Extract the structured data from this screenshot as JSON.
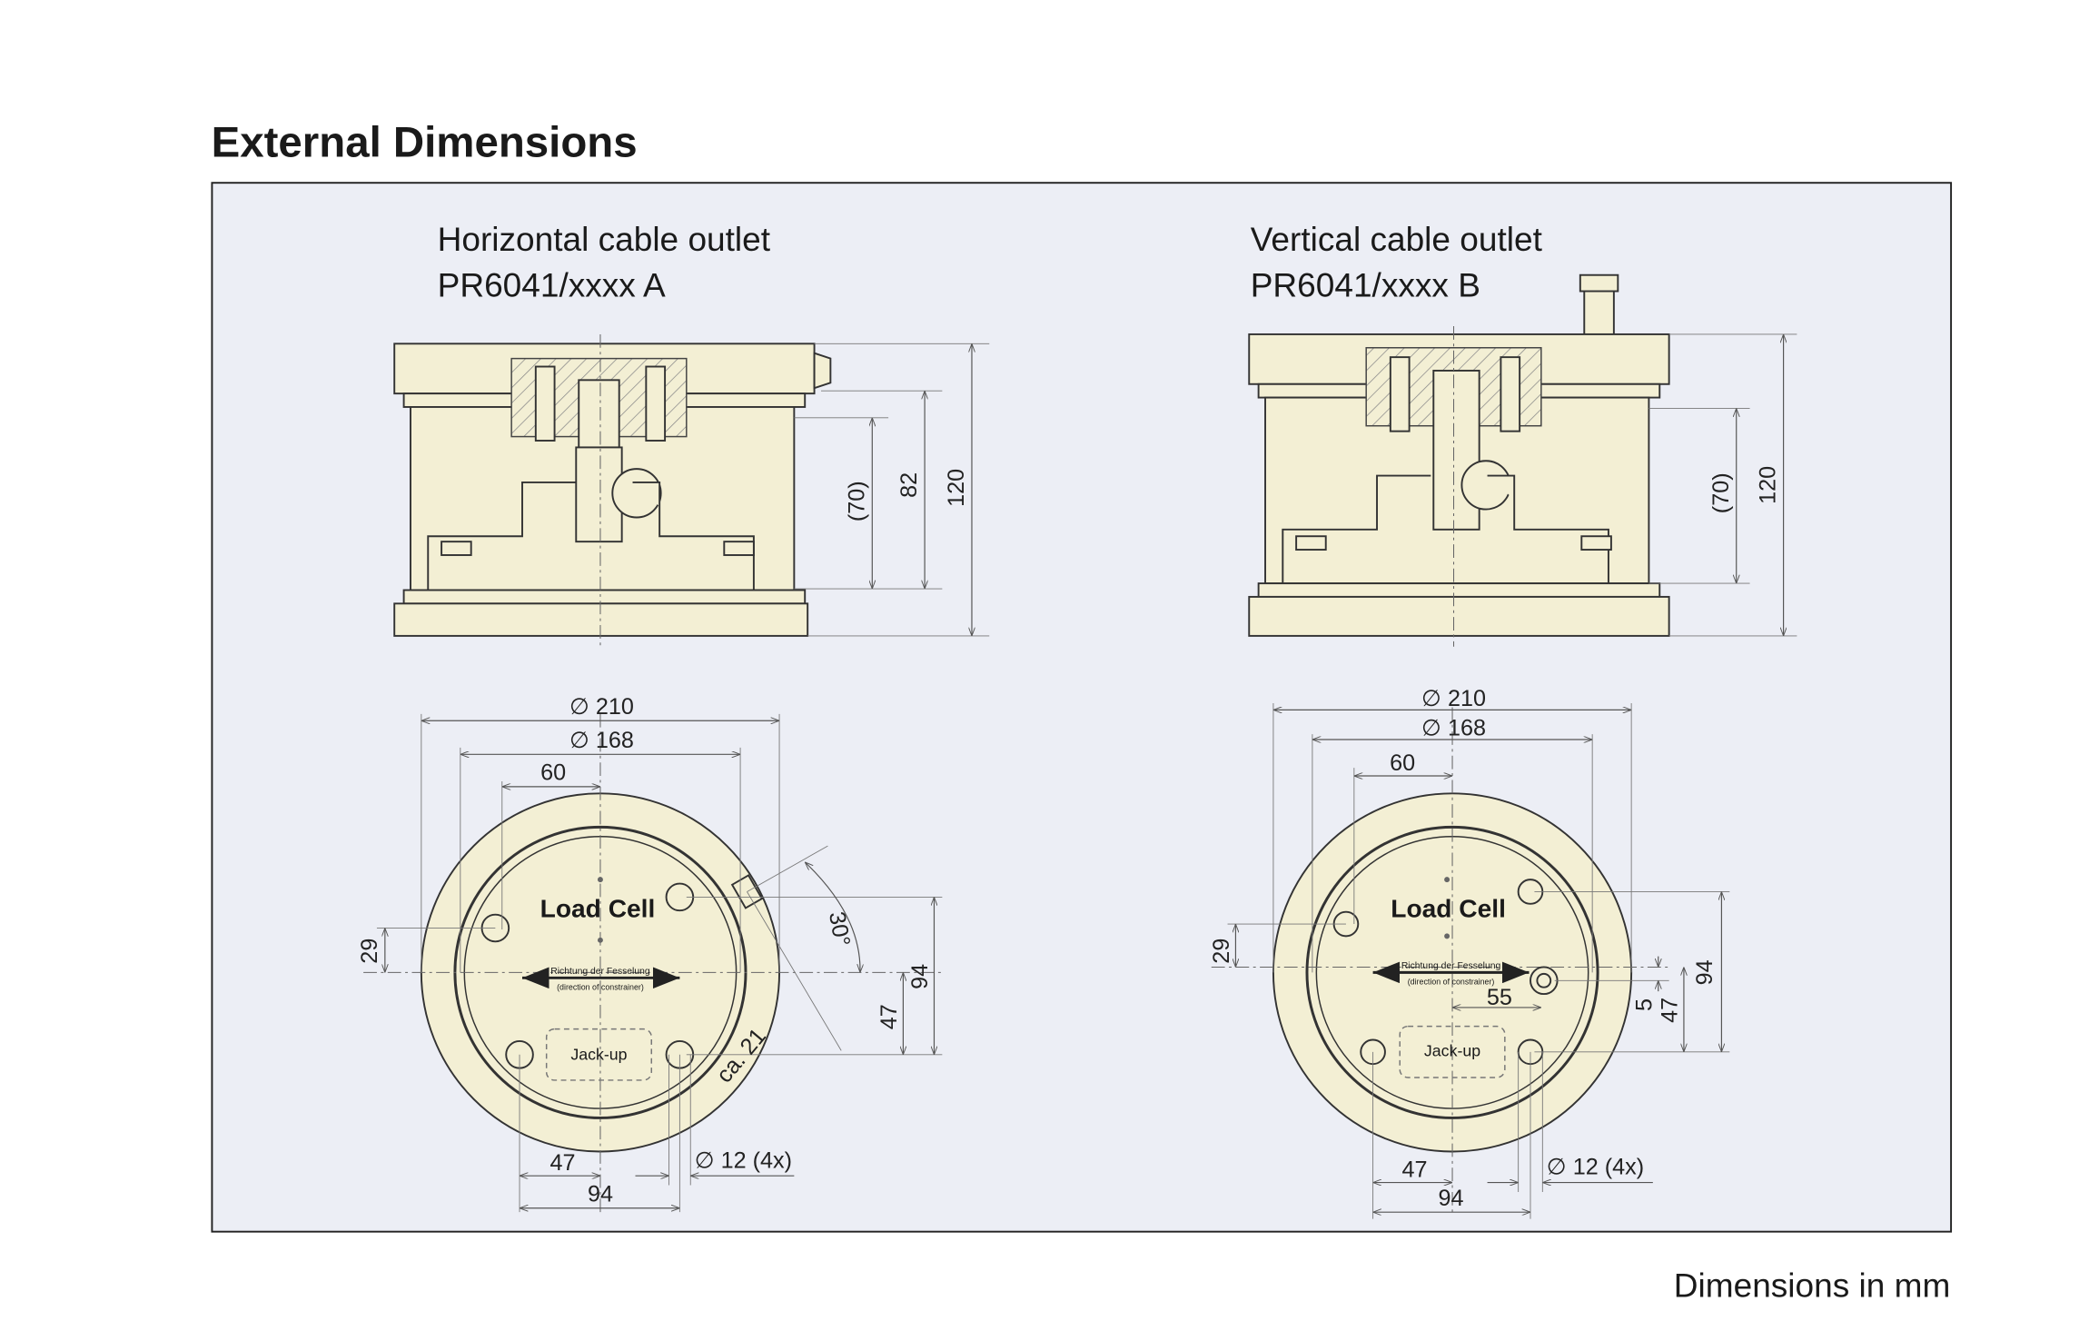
{
  "page": {
    "title": "External Dimensions",
    "footer": "Dimensions in mm"
  },
  "colors": {
    "panel_bg": "#eceef5",
    "part_fill": "#f3efd4",
    "frame": "#222222"
  },
  "left": {
    "caption_line1": "Horizontal cable outlet",
    "caption_line2": "PR6041/xxxx A",
    "side_dims": {
      "d70": "(70)",
      "d82": "82",
      "d120": "120"
    },
    "top": {
      "d210": "∅ 210",
      "d168": "∅ 168",
      "d60": "60",
      "d29": "29",
      "angle": "30°",
      "d47v": "47",
      "d94v": "94",
      "ca": "ca. 21",
      "hole": "∅ 12 (4x)",
      "d47h": "47",
      "d94h": "94",
      "label": "Load Cell",
      "direction_de": "Richtung der Fesselung",
      "direction_en": "(direction of constrainer)",
      "jack": "Jack-up"
    }
  },
  "right": {
    "caption_line1": "Vertical cable outlet",
    "caption_line2": "PR6041/xxxx B",
    "side_dims": {
      "d70": "(70)",
      "d120": "120"
    },
    "top": {
      "d210": "∅ 210",
      "d168": "∅ 168",
      "d60": "60",
      "d29": "29",
      "d55": "55",
      "d5": "5",
      "d47v": "47",
      "d94v": "94",
      "hole": "∅ 12 (4x)",
      "d47h": "47",
      "d94h": "94",
      "label": "Load Cell",
      "direction_de": "Richtung der Fesselung",
      "direction_en": "(direction of constrainer)",
      "jack": "Jack-up"
    }
  }
}
